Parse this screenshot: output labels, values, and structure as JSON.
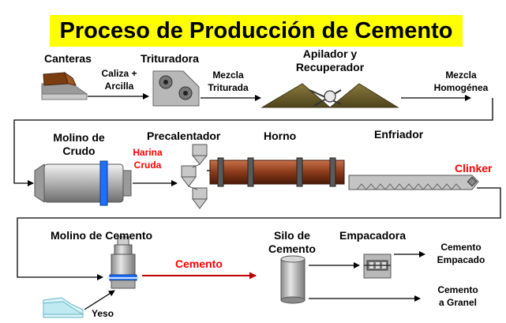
{
  "title": "Proceso de Producción de Cemento",
  "labels": {
    "canteras": "Canteras",
    "caliza_arcilla_1": "Caliza +",
    "caliza_arcilla_2": "Arcilla",
    "trituradora": "Trituradora",
    "mezcla_triturada_1": "Mezcla",
    "mezcla_triturada_2": "Triturada",
    "apilador_1": "Apilador y",
    "apilador_2": "Recuperador",
    "mezcla_homogenea_1": "Mezcla",
    "mezcla_homogenea_2": "Homogénea",
    "molino_crudo_1": "Molino de",
    "molino_crudo_2": "Crudo",
    "harina_cruda_1": "Harina",
    "harina_cruda_2": "Cruda",
    "precalentador": "Precalentador",
    "horno": "Horno",
    "enfriador": "Enfriador",
    "clinker": "Clinker",
    "molino_cemento": "Molino de Cemento",
    "cemento": "Cemento",
    "silo_1": "Silo de",
    "silo_2": "Cemento",
    "empacadora": "Empacadora",
    "cemento_empacado_1": "Cemento",
    "cemento_empacado_2": "Empacado",
    "cemento_granel_1": "Cemento",
    "cemento_granel_2": "a Granel",
    "yeso": "Yeso"
  },
  "colors": {
    "title_background": "#ffff00",
    "highlight_text": "#ff0000",
    "machine_gray": "#b8b8b8",
    "kiln_brown": "#8b3a1a",
    "stockpile_olive": "#6b5d2a",
    "mill_band_blue": "#1f6fff",
    "quarry_brown": "#7a3d12",
    "gypsum_cyan": "#bfeaf2"
  }
}
